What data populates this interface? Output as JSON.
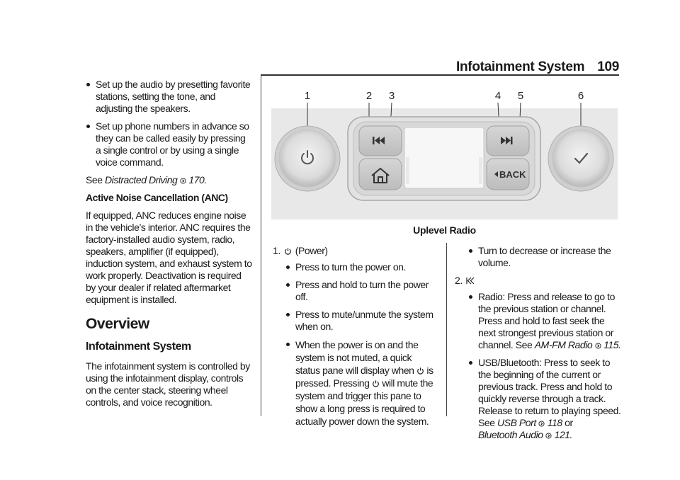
{
  "header": {
    "section_title": "Infotainment System",
    "page_number": "109"
  },
  "left_column": {
    "bullets": [
      "Set up the audio by presetting favorite stations, setting the tone, and adjusting the speakers.",
      "Set up phone numbers in advance so they can be called easily by pressing a single control or by using a single voice command."
    ],
    "see_prefix": "See",
    "see_link": "Distracted Driving",
    "see_page": "170",
    "anc_heading": "Active Noise Cancellation (ANC)",
    "anc_text": "If equipped, ANC reduces engine noise in the vehicle’s interior. ANC requires the factory-installed audio system, radio, speakers, amplifier (if equipped), induction system, and exhaust system to work properly. Deactivation is required by your dealer if related aftermarket equipment is installed.",
    "overview_heading": "Overview",
    "subheading": "Infotainment System",
    "intro_text": "The infotainment system is controlled by using the infotainment display, controls on the center stack, steering wheel controls, and voice recognition."
  },
  "figure": {
    "callouts": [
      "1",
      "2",
      "3",
      "4",
      "5",
      "6"
    ],
    "back_label": "BACK",
    "caption": "Uplevel Radio"
  },
  "item1": {
    "number": "1.",
    "label": "(Power)",
    "bullets": {
      "b1": "Press to turn the power on.",
      "b2": "Press and hold to turn the power off.",
      "b3": "Press to mute/unmute the system when on.",
      "b4_part1": "When the power is on and the system is not muted, a quick status pane will display when",
      "b4_part2": "is pressed. Pressing",
      "b4_part3": "will mute the system and trigger this pane to show a long press is required to actually power down the system."
    }
  },
  "right_column": {
    "cont_bullet": "Turn to decrease or increase the volume.",
    "item2_number": "2.",
    "item2_bullet1": "Radio: Press and release to go to the previous station or channel. Press and hold to fast seek the next strongest previous station or channel. See",
    "item2_bullet1_link": "AM-FM Radio",
    "item2_bullet1_page": "115",
    "item2_bullet2": "USB/Bluetooth: Press to seek to the beginning of the current or previous track. Press and hold to quickly reverse through a track. Release to return to playing speed. See",
    "item2_bullet2_link1": "USB Port",
    "item2_bullet2_page1": "118",
    "item2_bullet2_or": "or",
    "item2_bullet2_link2": "Bluetooth Audio",
    "item2_bullet2_page2": "121"
  },
  "colors": {
    "text": "#1a1a1a",
    "panel": "#e8e8e8",
    "knob": "#d9d9d9"
  },
  "icons": [
    "power-icon",
    "previous-track-icon",
    "home-icon",
    "next-track-icon",
    "back-icon",
    "check-icon",
    "page-reference-icon"
  ]
}
